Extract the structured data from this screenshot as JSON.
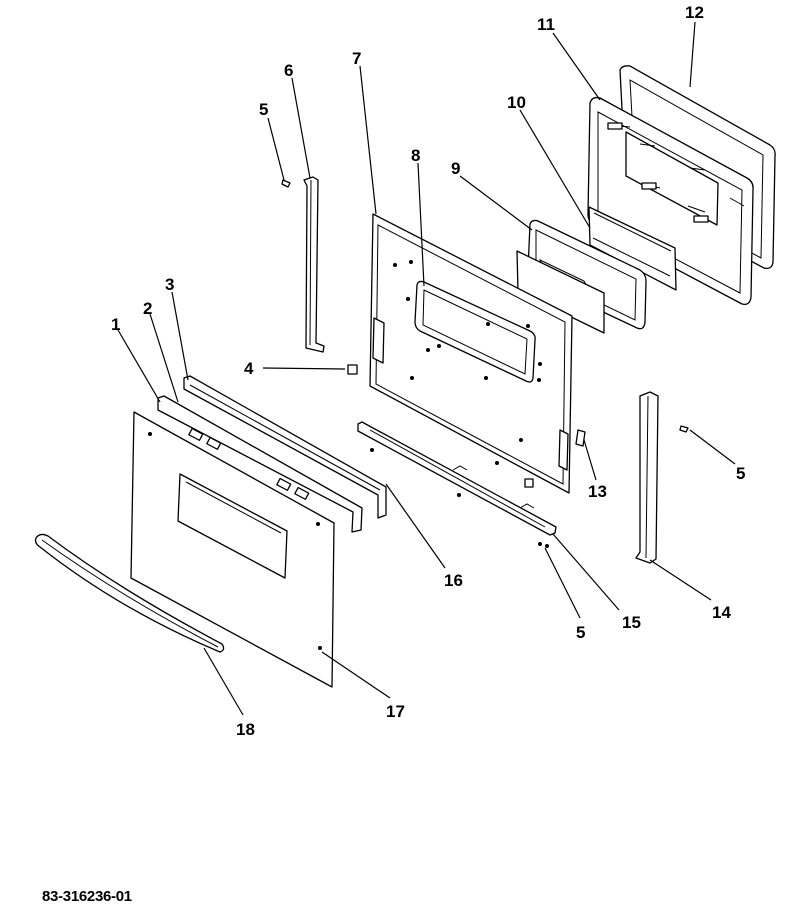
{
  "diagram": {
    "callouts": [
      {
        "id": "1",
        "label": "1"
      },
      {
        "id": "2",
        "label": "2"
      },
      {
        "id": "3",
        "label": "3"
      },
      {
        "id": "4",
        "label": "4"
      },
      {
        "id": "5a",
        "label": "5"
      },
      {
        "id": "5b",
        "label": "5"
      },
      {
        "id": "5c",
        "label": "5"
      },
      {
        "id": "6",
        "label": "6"
      },
      {
        "id": "7",
        "label": "7"
      },
      {
        "id": "8",
        "label": "8"
      },
      {
        "id": "9",
        "label": "9"
      },
      {
        "id": "10",
        "label": "10"
      },
      {
        "id": "11",
        "label": "11"
      },
      {
        "id": "12",
        "label": "12"
      },
      {
        "id": "13",
        "label": "13"
      },
      {
        "id": "14",
        "label": "14"
      },
      {
        "id": "15",
        "label": "15"
      },
      {
        "id": "16",
        "label": "16"
      },
      {
        "id": "17",
        "label": "17"
      },
      {
        "id": "18",
        "label": "18"
      }
    ],
    "document_number": "83-316236-01"
  }
}
